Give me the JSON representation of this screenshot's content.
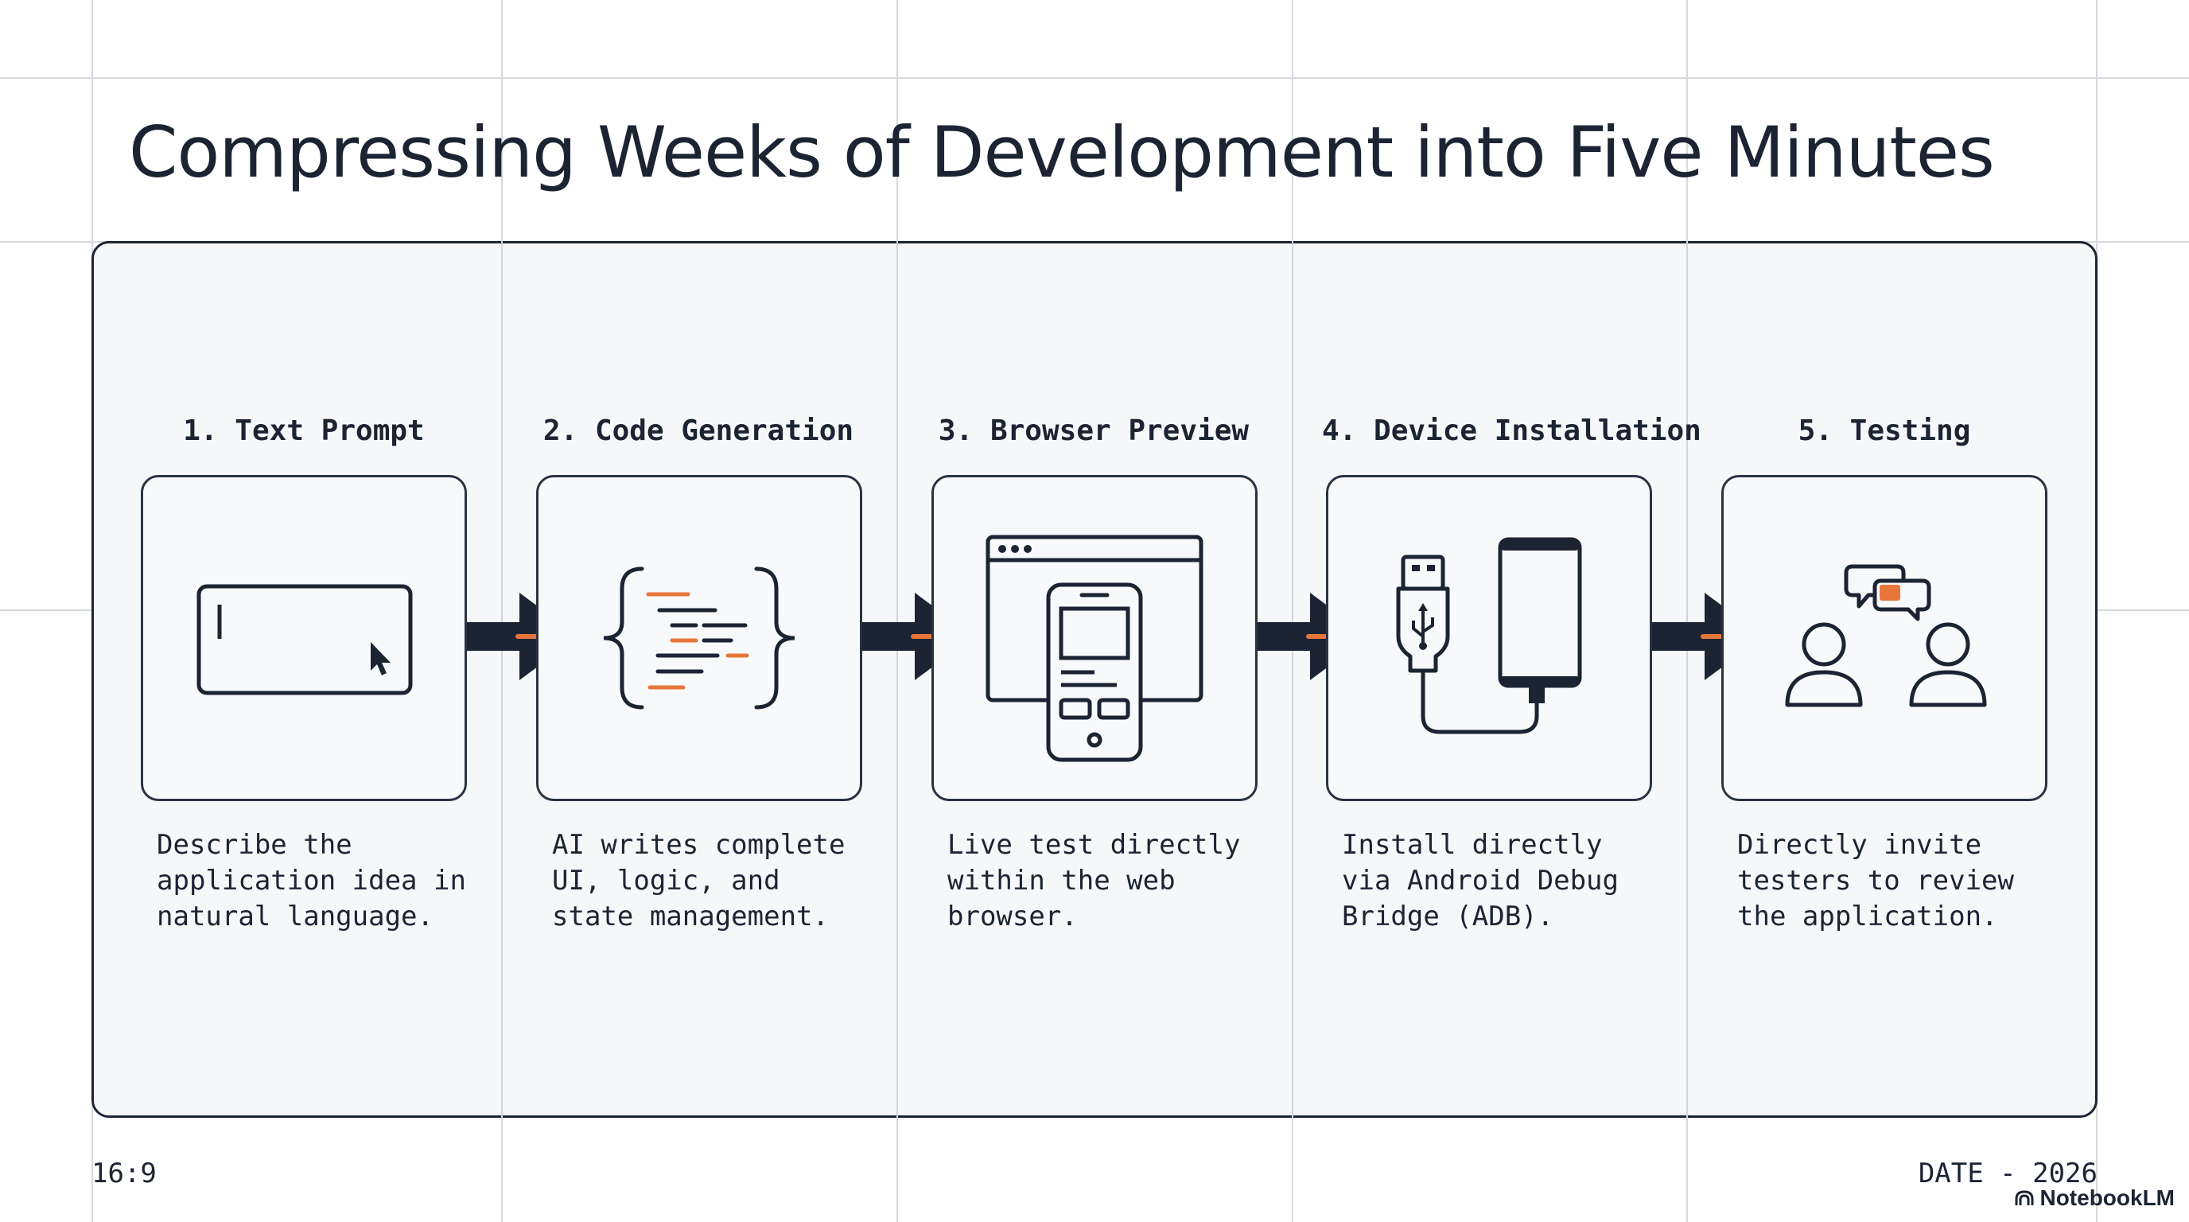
{
  "title": "Compressing Weeks of Development into Five Minutes",
  "steps": [
    {
      "label": "1. Text Prompt",
      "description": "Describe the\napplication idea in\nnatural language.",
      "icon": "text-input-icon"
    },
    {
      "label": "2. Code Generation",
      "description": "AI writes complete\nUI, logic, and\nstate management.",
      "icon": "code-braces-icon"
    },
    {
      "label": "3. Browser Preview",
      "description": "Live test directly\nwithin the web\nbrowser.",
      "icon": "browser-phone-icon"
    },
    {
      "label": "4. Device Installation",
      "description": "Install directly\nvia Android Debug\nBridge (ADB).",
      "icon": "usb-phone-icon"
    },
    {
      "label": "5. Testing",
      "description": "Directly invite\ntesters to review\nthe application.",
      "icon": "testers-chat-icon"
    }
  ],
  "footer": {
    "aspect": "16:9",
    "date": "DATE - 2026",
    "brand": "NotebookLM"
  },
  "colors": {
    "ink": "#1c2433",
    "accent": "#e8763a",
    "panel": "#f6f7f8"
  }
}
